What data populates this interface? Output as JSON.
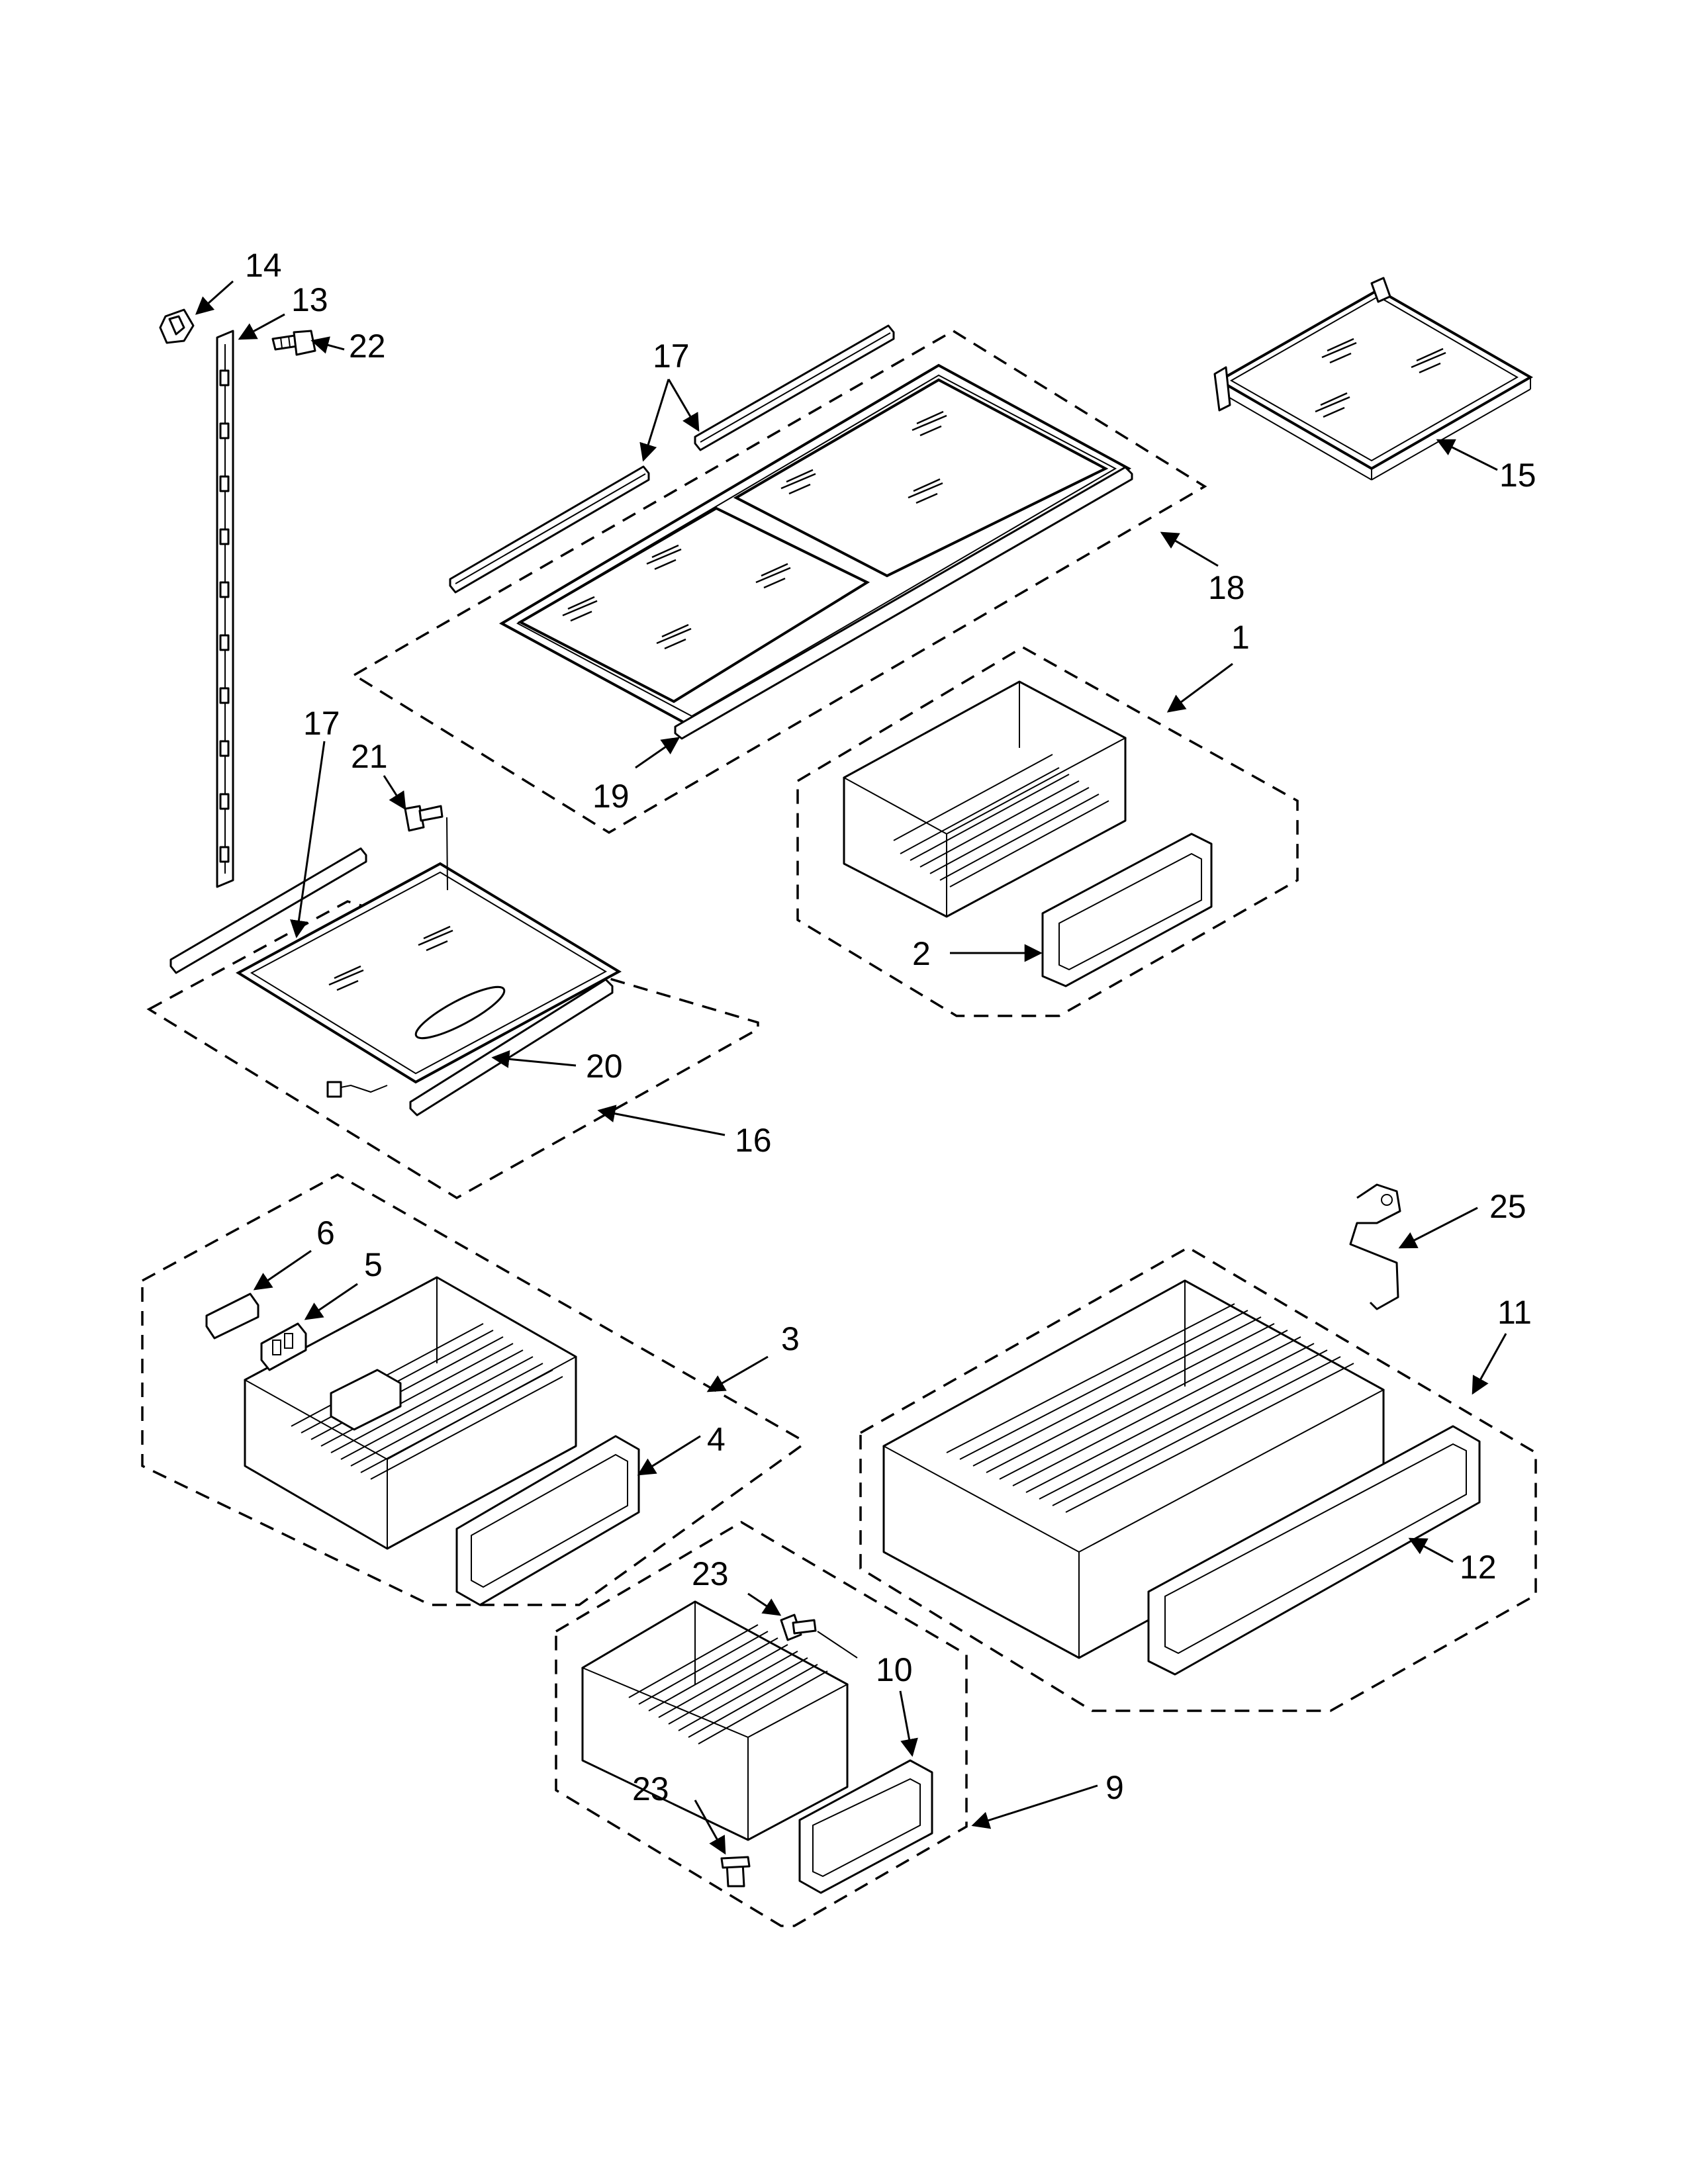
{
  "callouts": [
    {
      "id": "c14",
      "label": "14"
    },
    {
      "id": "c13",
      "label": "13"
    },
    {
      "id": "c22",
      "label": "22"
    },
    {
      "id": "c17a",
      "label": "17"
    },
    {
      "id": "c15",
      "label": "15"
    },
    {
      "id": "c18",
      "label": "18"
    },
    {
      "id": "c1",
      "label": "1"
    },
    {
      "id": "c19",
      "label": "19"
    },
    {
      "id": "c17b",
      "label": "17"
    },
    {
      "id": "c21",
      "label": "21"
    },
    {
      "id": "c2",
      "label": "2"
    },
    {
      "id": "c20",
      "label": "20"
    },
    {
      "id": "c16",
      "label": "16"
    },
    {
      "id": "c6",
      "label": "6"
    },
    {
      "id": "c5",
      "label": "5"
    },
    {
      "id": "c3",
      "label": "3"
    },
    {
      "id": "c4",
      "label": "4"
    },
    {
      "id": "c25",
      "label": "25"
    },
    {
      "id": "c11",
      "label": "11"
    },
    {
      "id": "c12",
      "label": "12"
    },
    {
      "id": "c23a",
      "label": "23"
    },
    {
      "id": "c10",
      "label": "10"
    },
    {
      "id": "c9",
      "label": "9"
    },
    {
      "id": "c23b",
      "label": "23"
    }
  ]
}
